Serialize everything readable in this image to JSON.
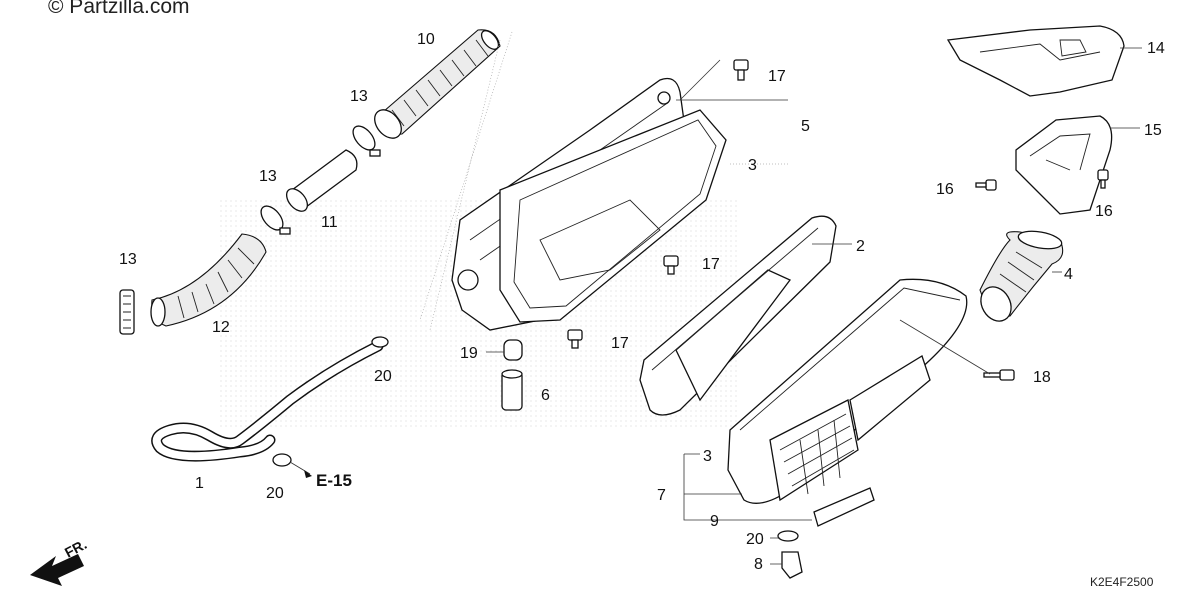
{
  "watermark": {
    "copyright": "© Partzilla.com"
  },
  "diagram_code": "K2E4F2500",
  "reference": {
    "label": "E-15"
  },
  "direction": {
    "label": "FR."
  },
  "callouts": [
    "10",
    "13",
    "13",
    "13",
    "11",
    "12",
    "17",
    "5",
    "3",
    "17",
    "17",
    "19",
    "20",
    "6",
    "2",
    "1",
    "20",
    "3",
    "7",
    "9",
    "20",
    "8",
    "14",
    "15",
    "16",
    "16",
    "4",
    "18"
  ]
}
